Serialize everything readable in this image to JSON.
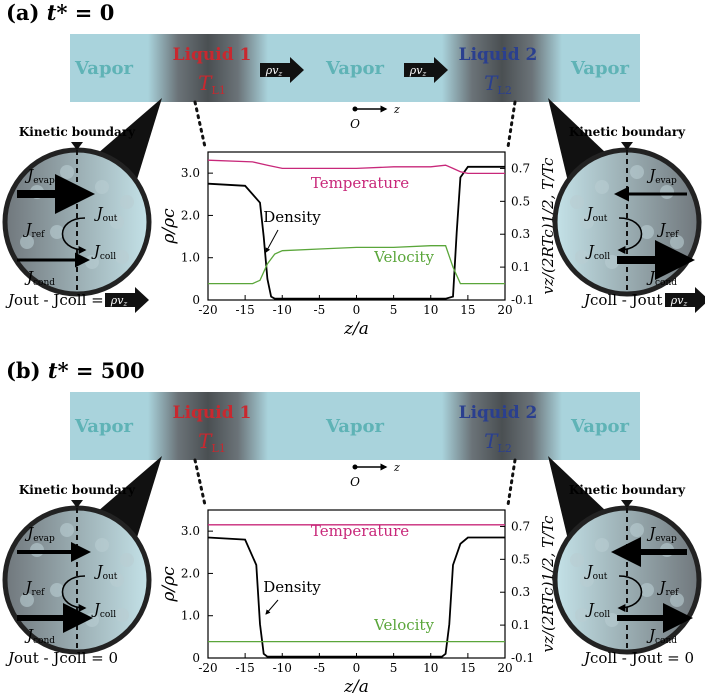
{
  "panels": [
    {
      "label_prefix": "(a) ",
      "label_var": "t*",
      "label_eq": " = 0",
      "bar": {
        "vapor_left": "Vapor",
        "liquid1": "Liquid 1",
        "liquid1_T": "T",
        "liquid1_T_sub": "L1",
        "vapor_mid": "Vapor",
        "liquid2": "Liquid 2",
        "liquid2_T": "T",
        "liquid2_T_sub": "L2",
        "vapor_right": "Vapor",
        "flux_arrow": "ρv",
        "flux_arrow_sub": "z",
        "origin": "O",
        "zaxis": "z"
      },
      "left_circle": {
        "title": "Kinetic boundary",
        "evap": "evap",
        "out": "out",
        "ref": "ref",
        "coll": "coll",
        "cond": "cond",
        "balance": "J",
        "balance_text": "out - J",
        "balance_tail": "coll =",
        "balance_value": ""
      },
      "right_circle": {
        "title": "Kinetic boundary",
        "evap": "evap",
        "out": "out",
        "ref": "ref",
        "coll": "coll",
        "cond": "cond",
        "balance_text": "coll - J",
        "balance_tail": "out ="
      },
      "flow": true
    },
    {
      "label_prefix": "(b) ",
      "label_var": "t*",
      "label_eq": " = 500",
      "bar": {
        "vapor_left": "Vapor",
        "liquid1": "Liquid 1",
        "liquid1_T": "T",
        "liquid1_T_sub": "L1",
        "vapor_mid": "Vapor",
        "liquid2": "Liquid 2",
        "liquid2_T": "T",
        "liquid2_T_sub": "L2",
        "vapor_right": "Vapor",
        "origin": "O",
        "zaxis": "z"
      },
      "left_circle": {
        "title": "Kinetic boundary",
        "balance_text": "out - J",
        "balance_tail": "coll = 0"
      },
      "right_circle": {
        "title": "Kinetic boundary",
        "balance_text": "coll - J",
        "balance_tail": "out = 0"
      },
      "flow": false
    }
  ],
  "chart_data": [
    {
      "type": "line",
      "xlabel": "z/a",
      "ylabel_left": "ρ/ρc",
      "ylabel_right": "vz/(2RTc)1/2, T/Tc",
      "xlim": [
        -20,
        20
      ],
      "x_ticks": [
        "-20",
        "-15",
        "-10",
        "-5",
        "0",
        "5",
        "10",
        "15",
        "20"
      ],
      "ylim_left": [
        0,
        3.5
      ],
      "y_ticks_left": [
        "0",
        "1.0",
        "2.0",
        "3.0"
      ],
      "ylim_right": [
        -0.1,
        0.8
      ],
      "y_ticks_right": [
        "-0.1",
        "0.1",
        "0.3",
        "0.5",
        "0.7"
      ],
      "annotations": [
        "Density",
        "Temperature",
        "Velocity"
      ],
      "series": [
        {
          "name": "Density",
          "axis": "left",
          "x": [
            -20,
            -15,
            -13,
            -12.5,
            -12,
            -11.5,
            -11,
            -5,
            0,
            5,
            12,
            13,
            13.5,
            14,
            15,
            20
          ],
          "values": [
            2.75,
            2.7,
            2.3,
            1.5,
            0.5,
            0.08,
            0.03,
            0.03,
            0.03,
            0.03,
            0.03,
            0.08,
            1.6,
            2.9,
            3.15,
            3.15
          ]
        },
        {
          "name": "Temperature",
          "axis": "right",
          "x": [
            -20,
            -14,
            -12,
            -10,
            -5,
            0,
            5,
            10,
            12,
            13,
            14,
            15,
            20
          ],
          "values": [
            0.75,
            0.74,
            0.72,
            0.7,
            0.7,
            0.7,
            0.71,
            0.71,
            0.72,
            0.7,
            0.68,
            0.67,
            0.67
          ]
        },
        {
          "name": "Velocity",
          "axis": "right",
          "x": [
            -20,
            -14,
            -13,
            -12,
            -11,
            -10,
            -5,
            0,
            5,
            10,
            12,
            13,
            14,
            20
          ],
          "values": [
            0.0,
            0.0,
            0.02,
            0.12,
            0.18,
            0.2,
            0.21,
            0.22,
            0.22,
            0.23,
            0.23,
            0.1,
            0.0,
            0.0
          ]
        }
      ]
    },
    {
      "type": "line",
      "xlabel": "z/a",
      "ylabel_left": "ρ/ρc",
      "ylabel_right": "vz/(2RTc)1/2, T/Tc",
      "xlim": [
        -20,
        20
      ],
      "x_ticks": [
        "-20",
        "-15",
        "-10",
        "-5",
        "0",
        "5",
        "10",
        "15",
        "20"
      ],
      "ylim_left": [
        0,
        3.5
      ],
      "y_ticks_left": [
        "0",
        "1.0",
        "2.0",
        "3.0"
      ],
      "ylim_right": [
        -0.1,
        0.8
      ],
      "y_ticks_right": [
        "-0.1",
        "0.1",
        "0.3",
        "0.5",
        "0.7"
      ],
      "annotations": [
        "Density",
        "Temperature",
        "Velocity"
      ],
      "series": [
        {
          "name": "Density",
          "axis": "left",
          "x": [
            -20,
            -15,
            -13.5,
            -13,
            -12.5,
            -12,
            -5,
            0,
            5,
            11.5,
            12,
            12.5,
            13,
            14,
            15,
            20
          ],
          "values": [
            2.85,
            2.8,
            2.2,
            0.8,
            0.1,
            0.03,
            0.03,
            0.03,
            0.03,
            0.03,
            0.1,
            0.8,
            2.2,
            2.7,
            2.85,
            2.85
          ]
        },
        {
          "name": "Temperature",
          "axis": "right",
          "x": [
            -20,
            -10,
            0,
            10,
            20
          ],
          "values": [
            0.71,
            0.71,
            0.71,
            0.71,
            0.71
          ]
        },
        {
          "name": "Velocity",
          "axis": "right",
          "x": [
            -20,
            -10,
            0,
            10,
            20
          ],
          "values": [
            0.0,
            0.0,
            0.0,
            0.0,
            0.0
          ]
        }
      ]
    }
  ]
}
